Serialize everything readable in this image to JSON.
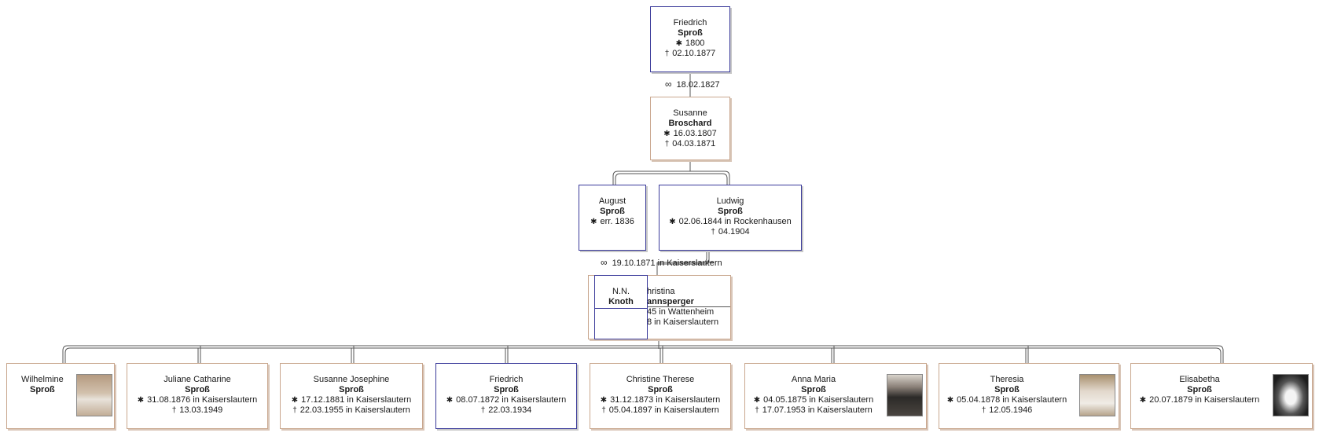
{
  "ancestor": {
    "father": {
      "given": "Friedrich",
      "surname": "Sproß",
      "birth": "1800",
      "death": "02.10.1877"
    },
    "marriage": "18.02.1827",
    "mother": {
      "given": "Susanne",
      "surname": "Broschard",
      "birth": "16.03.1807",
      "death": "04.03.1871"
    }
  },
  "generation2": {
    "august": {
      "given": "August",
      "surname": "Sproß",
      "birth": "err. 1836"
    },
    "ludwig": {
      "given": "Ludwig",
      "surname": "Sproß",
      "birth": "02.06.1844 in Rockenhausen",
      "death": "04.1904"
    },
    "marriage": "19.10.1871 in Kaiserslautern",
    "spouse_obscured": {
      "given": "hristina",
      "surname": "annsperger",
      "birth": "45 in Wattenheim",
      "death": "8 in Kaiserslautern"
    },
    "overlay": {
      "given": "N.N.",
      "surname": "Knoth"
    }
  },
  "symbols": {
    "birth": "✱",
    "death": "†",
    "marriage": "∞"
  },
  "children": [
    {
      "given": "Wilhelmine",
      "surname": "Sproß",
      "photo": "portrait-photo"
    },
    {
      "given": "Juliane Catharine",
      "surname": "Sproß",
      "birth": "31.08.1876 in Kaiserslautern",
      "death": "13.03.1949"
    },
    {
      "given": "Susanne Josephine",
      "surname": "Sproß",
      "birth": "17.12.1881 in Kaiserslautern",
      "death": "22.03.1955 in Kaiserslautern"
    },
    {
      "given": "Friedrich",
      "surname": "Sproß",
      "birth": "08.07.1872 in Kaiserslautern",
      "death": "22.03.1934"
    },
    {
      "given": "Christine Therese",
      "surname": "Sproß",
      "birth": "31.12.1873 in Kaiserslautern",
      "death": "05.04.1897 in Kaiserslautern"
    },
    {
      "given": "Anna Maria",
      "surname": "Sproß",
      "birth": "04.05.1875 in Kaiserslautern",
      "death": "17.07.1953 in Kaiserslautern",
      "photo": "portrait-photo"
    },
    {
      "given": "Theresia",
      "surname": "Sproß",
      "birth": "05.04.1878 in Kaiserslautern",
      "death": "12.05.1946",
      "photo": "portrait-photo"
    },
    {
      "given": "Elisabetha",
      "surname": "Sproß",
      "birth": "20.07.1879 in Kaiserslautern",
      "photo": "portrait-photo"
    }
  ]
}
